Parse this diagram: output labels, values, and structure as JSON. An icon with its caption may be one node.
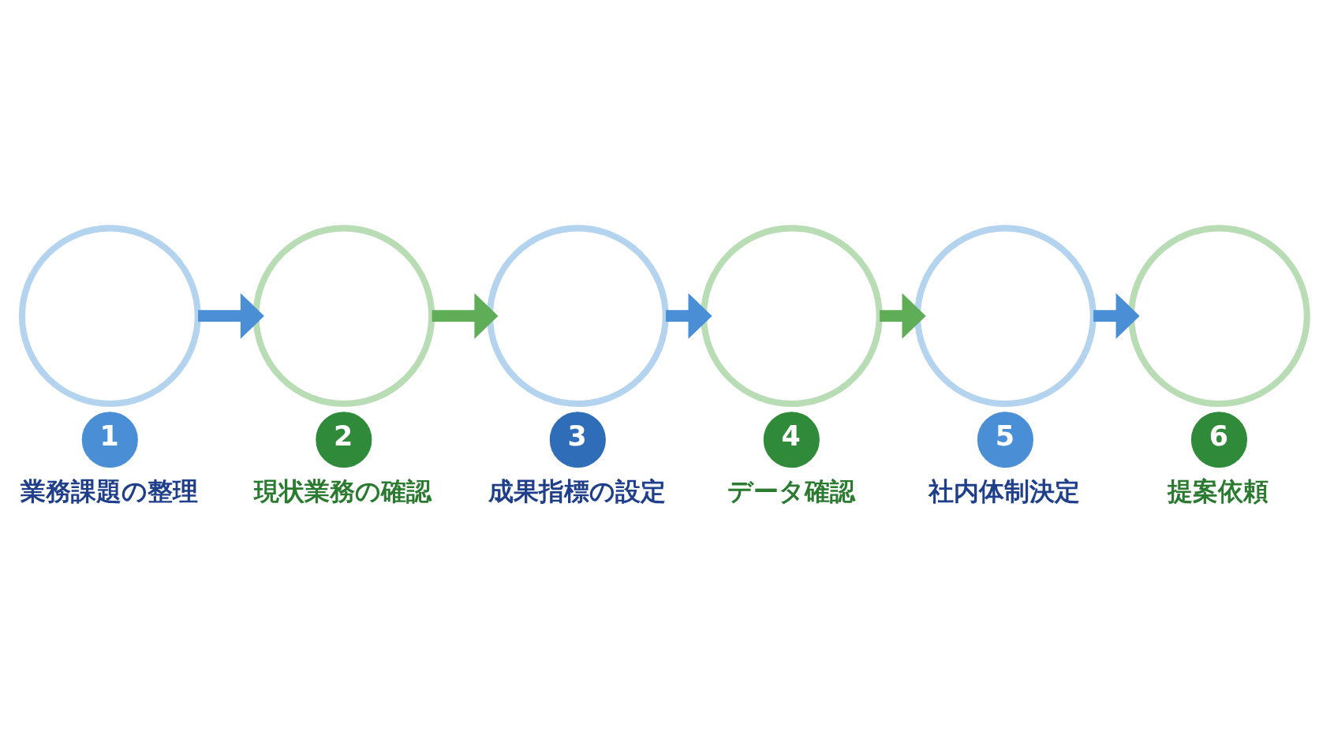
{
  "diagram": {
    "nodes": [
      {
        "text": [],
        "shape": "circle"
      },
      {
        "text": [
          "1"
        ],
        "beside": [
          "業務課題の整理"
        ]
      },
      {
        "text": [],
        "shape": "circle"
      },
      {
        "text": [
          "2"
        ],
        "beside": [
          "現状業務の確認"
        ]
      },
      {
        "text": [],
        "shape": "circle"
      },
      {
        "text": [
          "3"
        ],
        "beside": [
          "成果指標の設定"
        ]
      },
      {
        "text": [],
        "shape": "circle"
      },
      {
        "text": [
          "4"
        ],
        "beside": [
          "データ確認"
        ]
      },
      {
        "text": [],
        "shape": "circle"
      },
      {
        "text": [
          "5"
        ],
        "beside": [
          "社内体制決定"
        ]
      },
      {
        "text": [],
        "shape": "circle"
      },
      {
        "text": [
          "6"
        ],
        "beside": [
          "提案依頼"
        ]
      }
    ],
    "edges": [
      {
        "from": 0,
        "to": 2,
        "arrow": "to"
      },
      {
        "from": 2,
        "to": 4,
        "arrow": "to",
        "color": "#5fae57"
      },
      {
        "from": 4,
        "to": 6,
        "arrow": "to"
      },
      {
        "from": 6,
        "to": 8,
        "arrow": "to",
        "color": "#5fae57"
      },
      {
        "from": 8,
        "to": 10,
        "arrow": "to"
      }
    ]
  }
}
